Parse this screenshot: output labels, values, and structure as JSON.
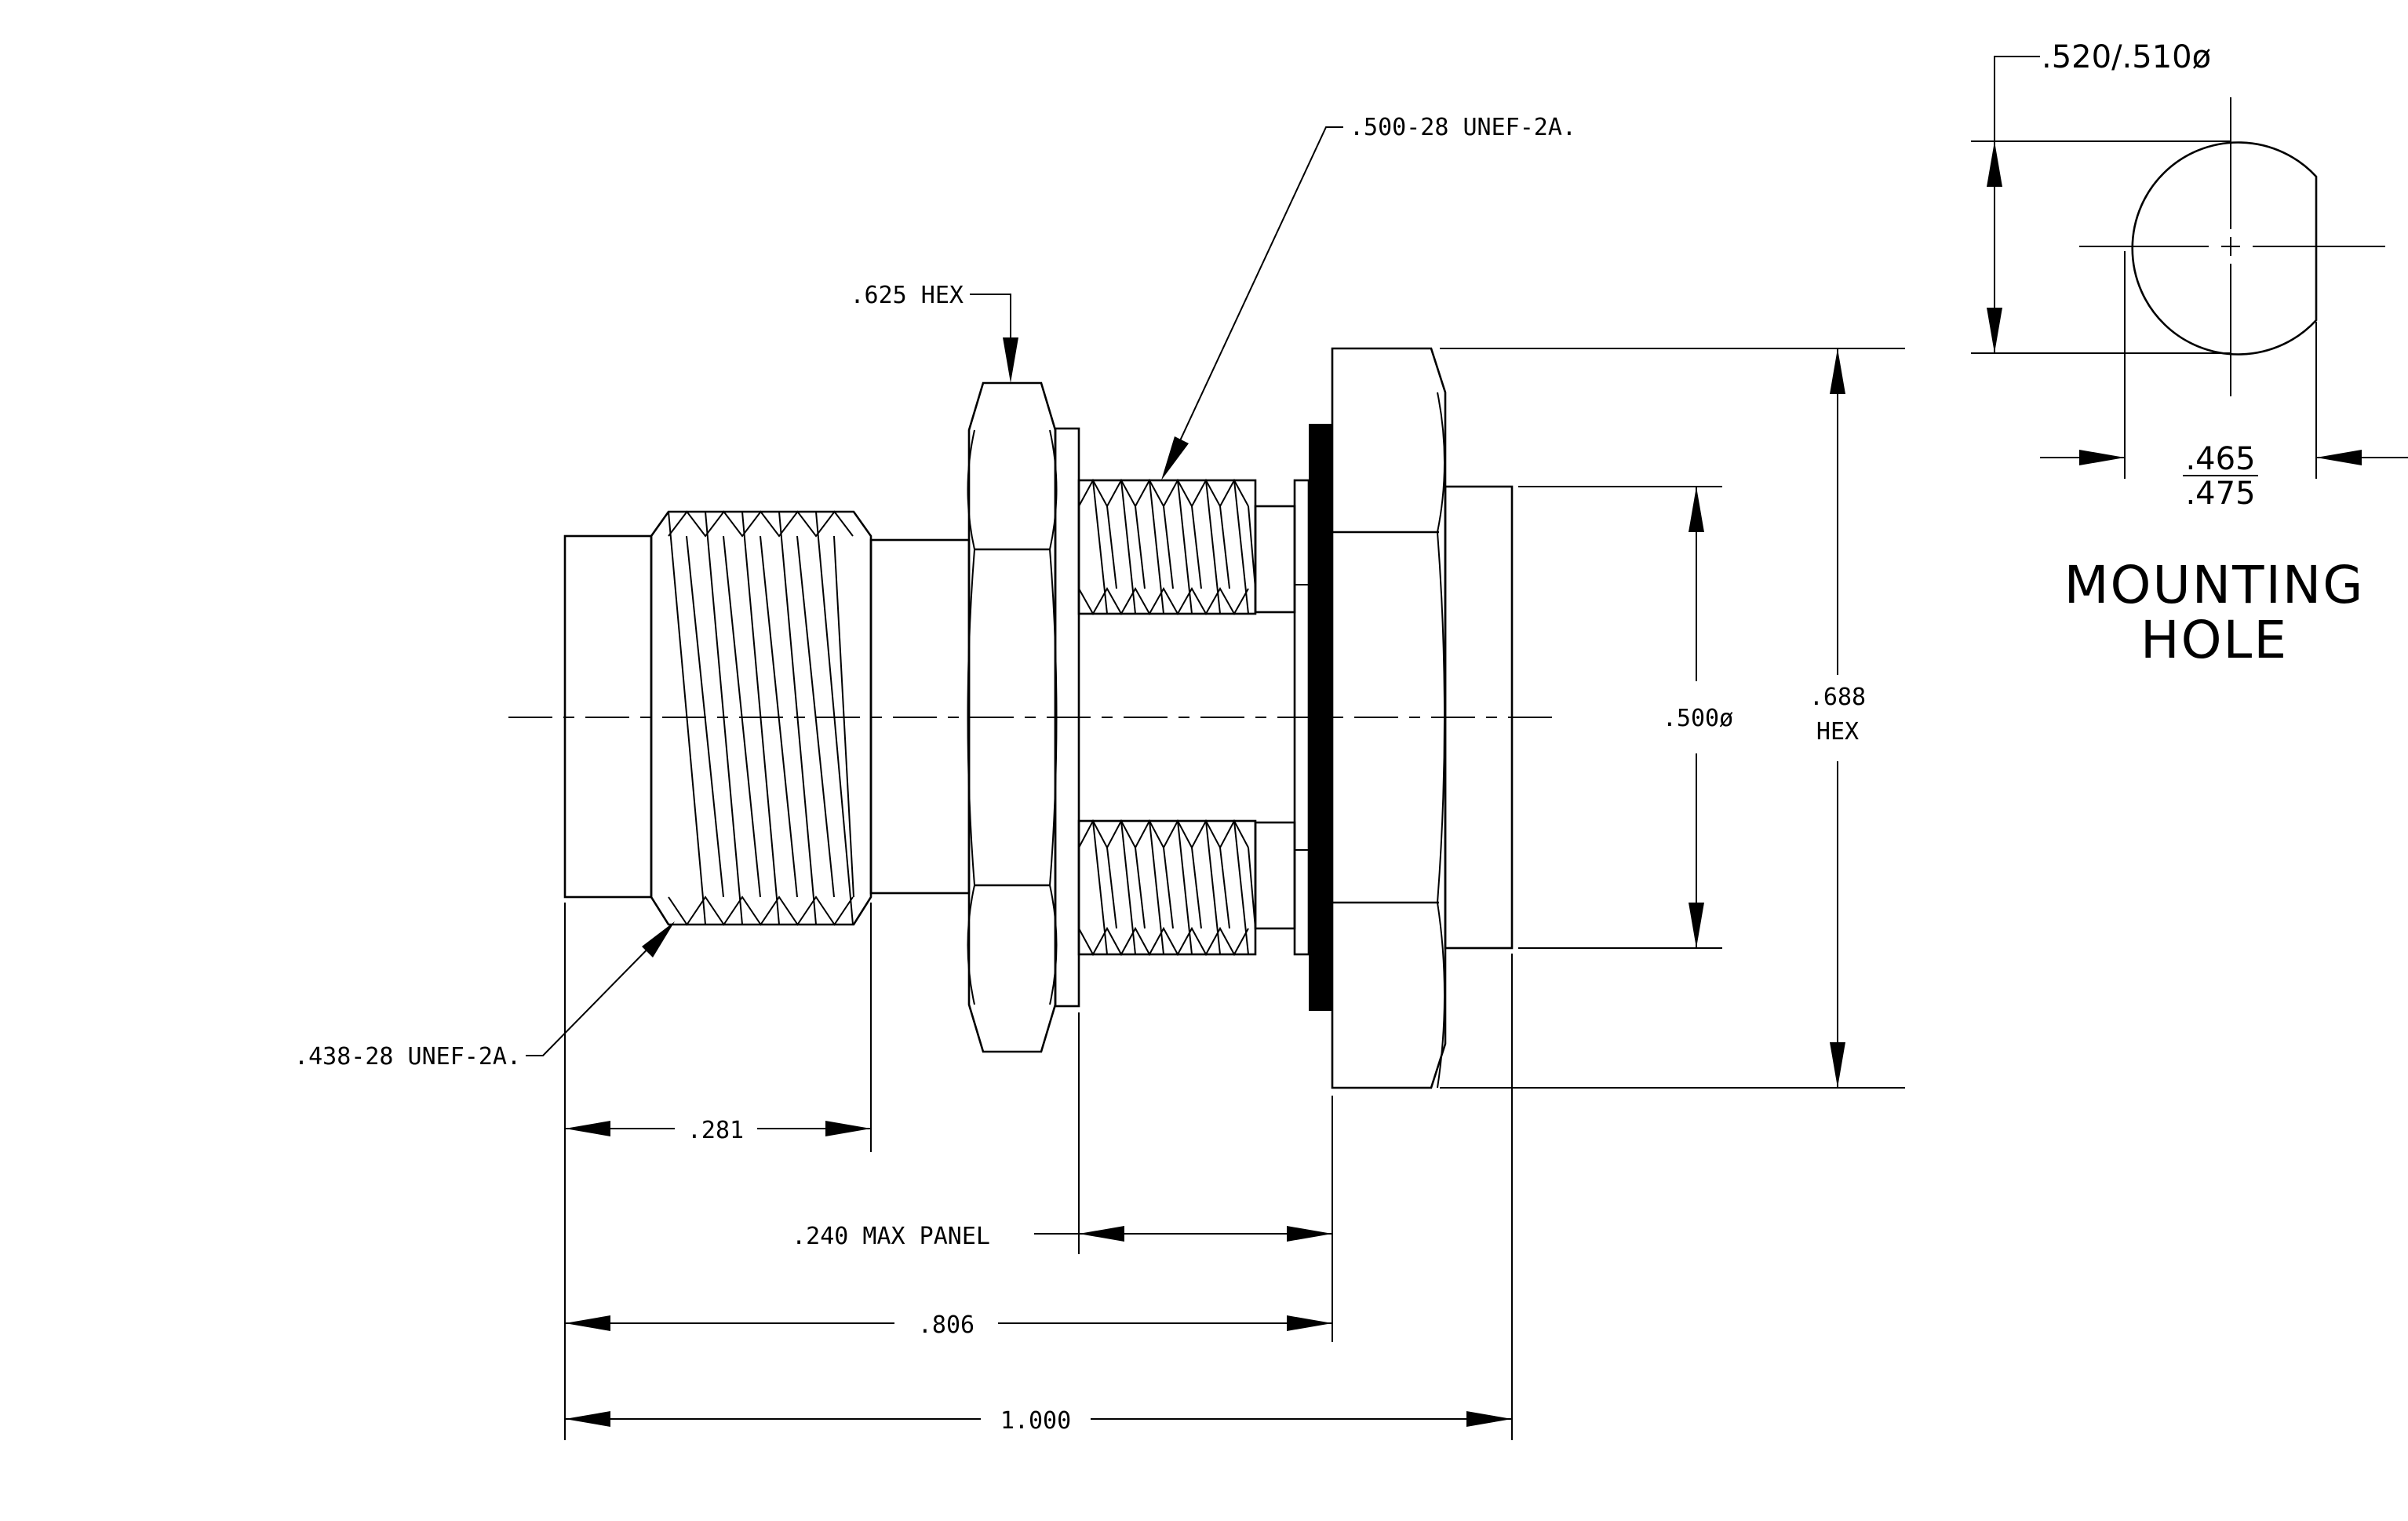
{
  "diagram": {
    "background": "#ffffff",
    "line_color": "#000000",
    "labels": {
      "thread_rear": ".438-28 UNEF-2A.",
      "thread_panel": ".500-28 UNEF-2A.",
      "hex_nut": ".625 HEX",
      "hex_body_value": ".688",
      "hex_body_unit": "HEX",
      "pin_diameter": ".500ø",
      "dim_281": ".281",
      "dim_240": ".240 MAX PANEL",
      "dim_806": ".806",
      "dim_1000": "1.000",
      "hole_diameter": ".520/.510ø",
      "flat_upper": ".465",
      "flat_lower": ".475",
      "title_line1": "MOUNTING",
      "title_line2": "HOLE"
    }
  }
}
